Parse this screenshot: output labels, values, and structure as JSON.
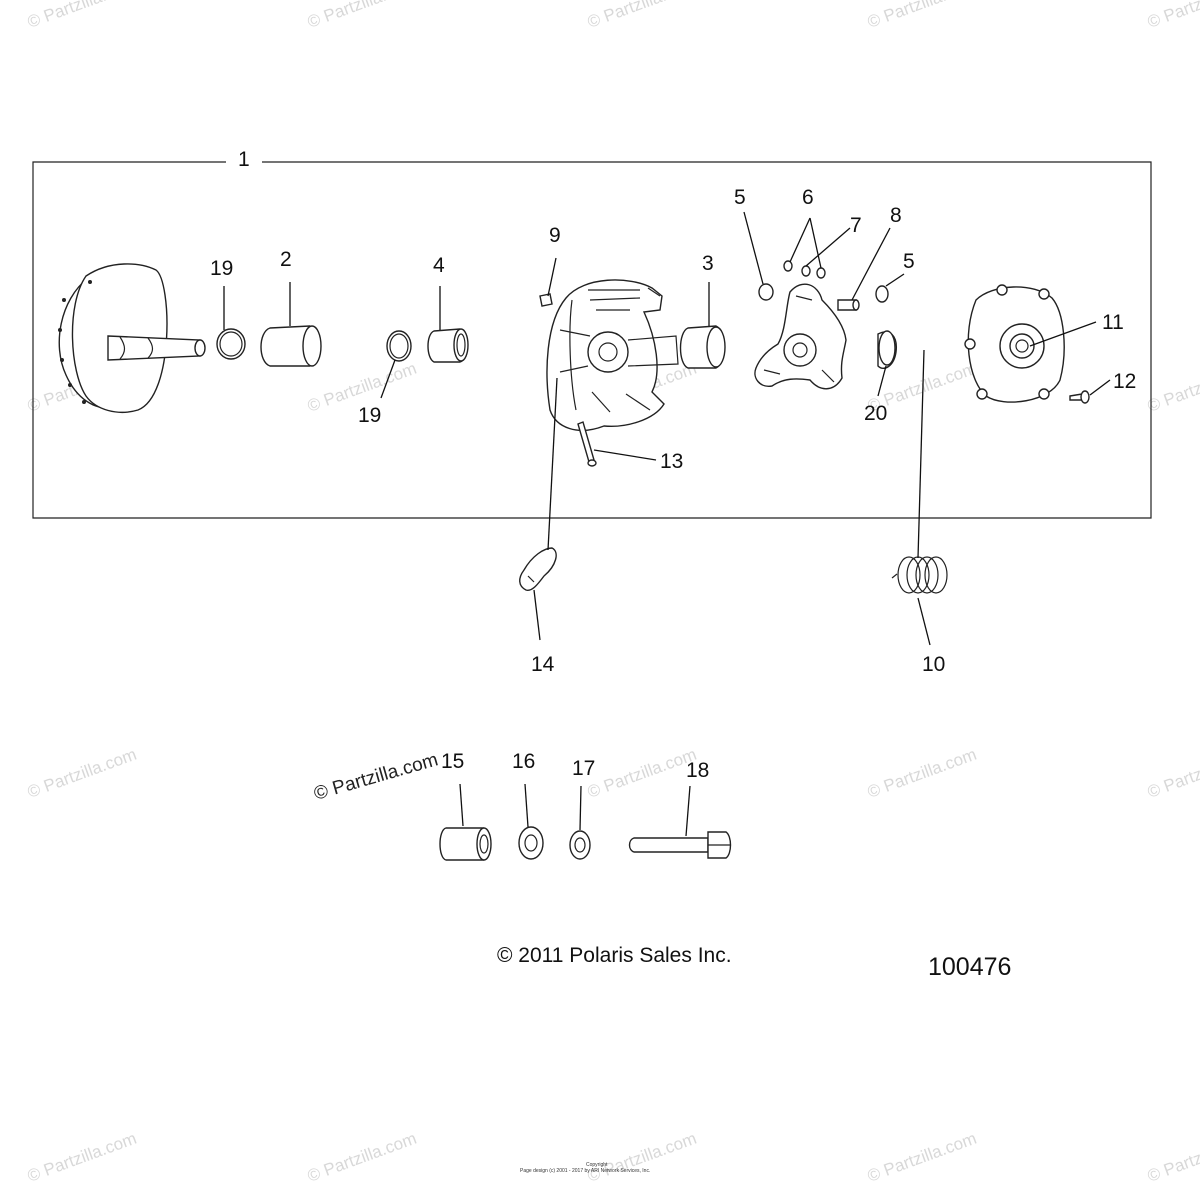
{
  "watermark": {
    "text": "© Partzilla.com",
    "overlay_text": "© Partzilla.com"
  },
  "assembly_label": "1",
  "callouts": {
    "c2": "2",
    "c3": "3",
    "c4": "4",
    "c5a": "5",
    "c5b": "5",
    "c6": "6",
    "c7": "7",
    "c8": "8",
    "c9": "9",
    "c10": "10",
    "c11": "11",
    "c12": "12",
    "c13": "13",
    "c14": "14",
    "c15": "15",
    "c16": "16",
    "c17": "17",
    "c18": "18",
    "c19a": "19",
    "c19b": "19",
    "c20": "20"
  },
  "copyright": "© 2011 Polaris Sales Inc.",
  "reference_number": "100476",
  "footer": {
    "line1": "Copyright",
    "line2": "Page design (c) 2001 - 2017 by ARI Network Services, Inc."
  }
}
